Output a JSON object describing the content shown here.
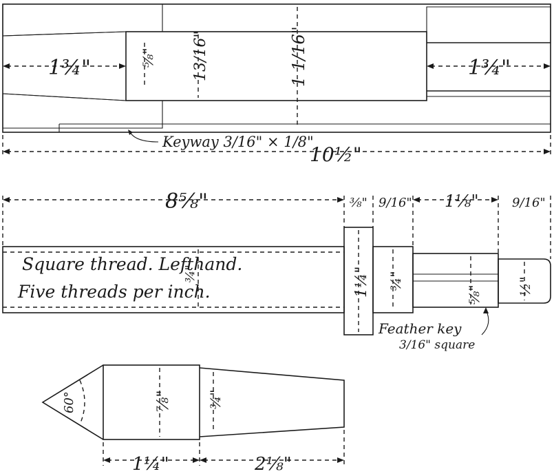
{
  "sleeve": {
    "left_bore": "1¾\"",
    "left_bore_depth": "⅝\"",
    "inner_diameter": "13/16\"",
    "main_bore": "1 1/16\"",
    "right_bore": "1¾\"",
    "keyway_label": "Keyway 3/16\" × 1/8\"",
    "overall_length": "10½\""
  },
  "spindle": {
    "length_main": "8⅝\"",
    "length_collar": "⅜\"",
    "length_step": "9/16\"",
    "length_key": "1⅛\"",
    "length_end": "9/16\"",
    "thread_line1": "Square thread. Lefthand.",
    "thread_line2": "Five threads per inch.",
    "dia_thread": "¾\"",
    "dia_collar": "1¼\"",
    "dia_step": "¾\"",
    "dia_key": "⅝\"",
    "dia_end": "½\"",
    "feather_key_line1": "Feather key",
    "feather_key_line2": "3/16\" square"
  },
  "center": {
    "angle": "60°",
    "dia_body": "⅞\"",
    "dia_taper": "¾\"",
    "length_body": "1¼\"",
    "length_taper": "2⅛\""
  }
}
